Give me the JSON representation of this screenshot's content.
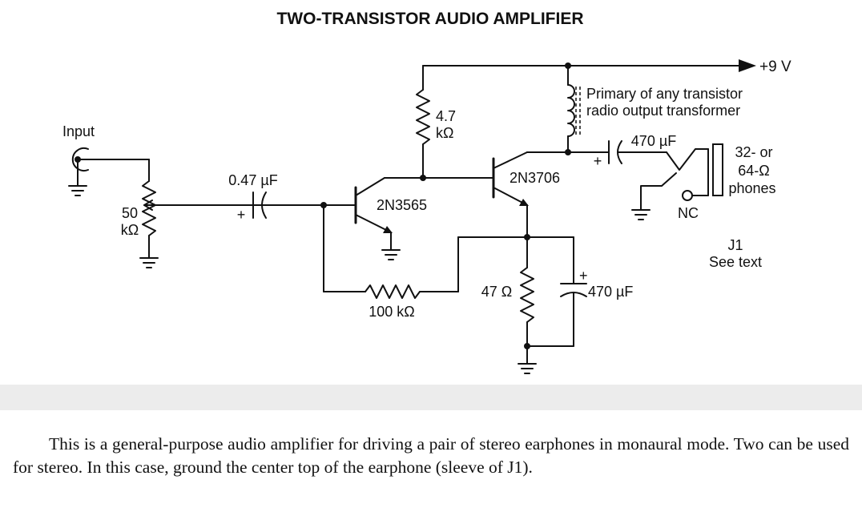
{
  "title": "TWO-TRANSISTOR AUDIO AMPLIFIER",
  "labels": {
    "input": "Input",
    "pot_value_1": "50",
    "pot_value_2": "kΩ",
    "c1_value": "0.47 µF",
    "c1_polarity": "+",
    "q1": "2N3565",
    "r1_value_1": "4.7",
    "r1_value_2": "kΩ",
    "q2": "2N3706",
    "transformer_1": "Primary of any transistor",
    "transformer_2": "radio output transformer",
    "supply": "+9 V",
    "c2_value": "470 µF",
    "c2_polarity": "+",
    "phones_1": "32- or",
    "phones_2": "64-Ω",
    "phones_3": "phones",
    "nc": "NC",
    "jack_1": "J1",
    "jack_2": "See text",
    "r_fb_value": "100 kΩ",
    "r_e_value": "47 Ω",
    "c3_value": "470 µF",
    "c3_polarity": "+"
  },
  "caption": "This is a general-purpose audio amplifier for driving a pair of stereo earphones in monaural mode. Two can be used for stereo. In this case, ground the center top of the earphone (sleeve of J1)."
}
